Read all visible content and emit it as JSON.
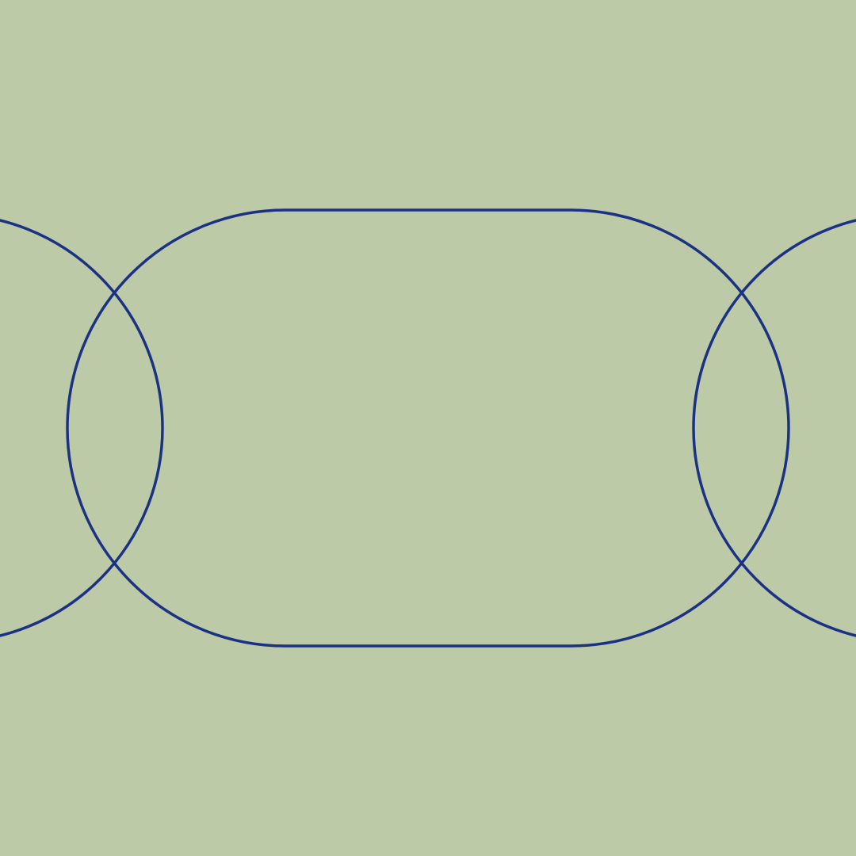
{
  "colors": {
    "background": "#bccaa7",
    "stroke": "#1b3183"
  },
  "shapes": [
    "partial-circle-left",
    "stadium-outline",
    "partial-circle-right"
  ]
}
